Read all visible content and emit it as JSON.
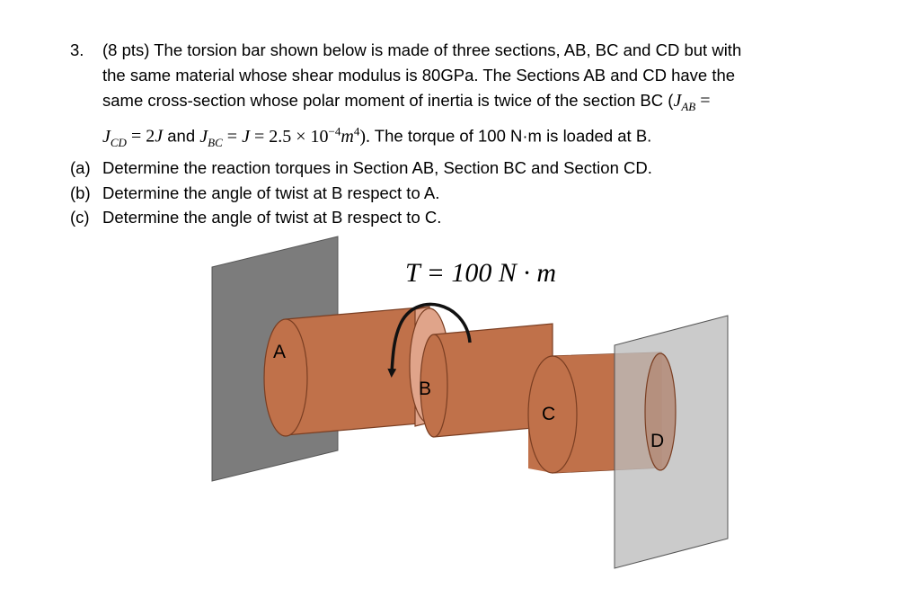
{
  "problem": {
    "number": "3.",
    "intro_1": "(8 pts) The torsion bar shown below is made of three sections, AB, BC and CD but with",
    "intro_2": "the same material whose shear modulus is 80GPa.  The Sections AB and CD have the",
    "intro_3": "same cross-section whose polar moment of inertia is twice of the section BC (",
    "eq_j": "J",
    "sub_ab": "AB",
    "eq_equals": " =",
    "sub_cd": "CD",
    "eq_2j": " = 2",
    "eq_and": " and ",
    "sub_bc": "BC",
    "eq_j_equals": " = ",
    "eq_value": " = 2.5 × 10",
    "exp_neg4": "−4",
    "unit_m": "m",
    "exp_4": "4",
    "eq_close": ").",
    "intro_4_tail": " The torque of 100 N·m is loaded at B.",
    "parts": [
      {
        "label": "(a)",
        "text": "Determine the reaction torques in Section AB, Section BC and Section CD."
      },
      {
        "label": "(b)",
        "text": "Determine the angle of twist at B respect to A."
      },
      {
        "label": "(c)",
        "text": "Determine the angle of twist at B respect to C."
      }
    ]
  },
  "figure": {
    "torque_label": "T = 100 N · m",
    "labels": {
      "a": "A",
      "b": "B",
      "c": "C",
      "d": "D"
    },
    "colors": {
      "shaft": "#c0714a",
      "shaft_edge": "#7a3e22",
      "collar": "#e0a48a",
      "wall_left": "#7c7c7c",
      "wall_right": "#c4c4c4",
      "wall_edge": "#555555",
      "arrow": "#111111"
    }
  }
}
